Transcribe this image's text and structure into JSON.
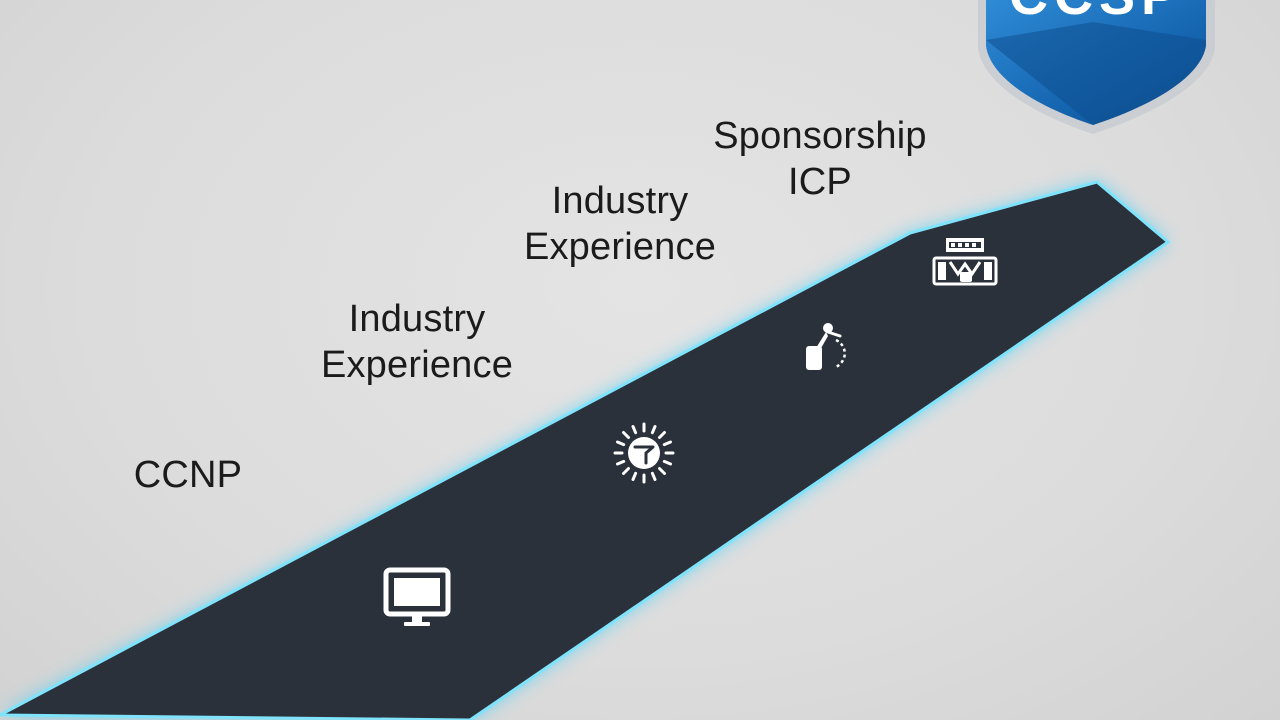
{
  "stages": [
    {
      "id": "ccnp",
      "lines": [
        "CCNP"
      ],
      "icon": "monitor-icon"
    },
    {
      "id": "exp1",
      "lines": [
        "Industry",
        "Experience"
      ],
      "icon": "sun-clock-icon"
    },
    {
      "id": "exp2",
      "lines": [
        "Industry",
        "Experience"
      ],
      "icon": "person-pointing-icon"
    },
    {
      "id": "icp",
      "lines": [
        "Sponsorship",
        "ICP"
      ],
      "icon": "lab-bench-icon"
    }
  ],
  "badge": {
    "text": "CCSP",
    "icon": "shield-badge-icon"
  },
  "colors": {
    "road": "#2b313a",
    "road_edge": "#5ad6f5",
    "glow": "#4cc8f0",
    "badge_blue": "#1469b5",
    "badge_dark": "#0c4a86",
    "icon": "#ffffff"
  }
}
